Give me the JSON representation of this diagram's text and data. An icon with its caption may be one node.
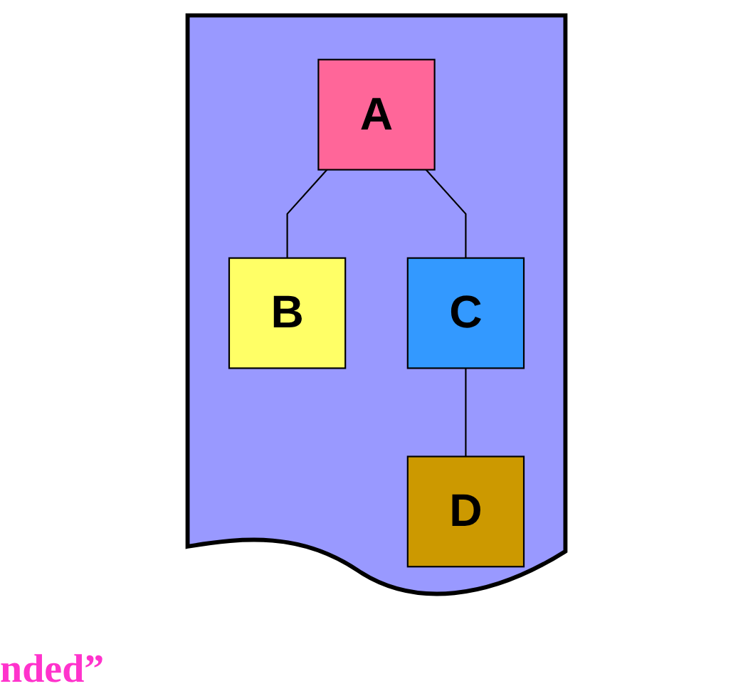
{
  "diagram": {
    "nodes": [
      {
        "text": [],
        "shape": "document"
      },
      {
        "text": [
          "A"
        ],
        "in": 0
      },
      {
        "text": [
          "B"
        ],
        "in": 0
      },
      {
        "text": [
          "C"
        ],
        "in": 0
      },
      {
        "text": [
          "D"
        ],
        "in": 0
      }
    ],
    "edges": [
      {
        "from": 1,
        "to": 2,
        "arrow": "none"
      },
      {
        "from": 1,
        "to": 3,
        "arrow": "none"
      },
      {
        "from": 3,
        "to": 4,
        "arrow": "none"
      }
    ],
    "labels": [
      "nded”"
    ]
  }
}
